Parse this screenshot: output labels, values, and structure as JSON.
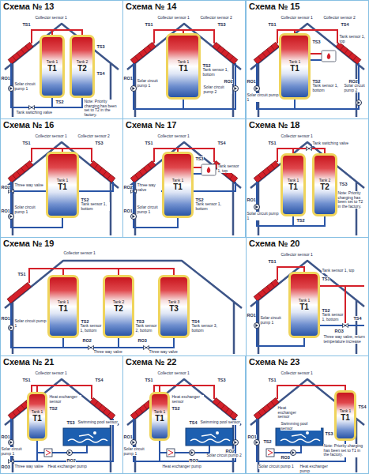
{
  "diagram": {
    "nodes": [
      {
        "text": [
          "Схема № 13"
        ]
      },
      {
        "text": [
          "Tank 1",
          "T1"
        ],
        "in": 0
      },
      {
        "text": [
          "Tank 2",
          "T2"
        ],
        "in": 0
      },
      {
        "text": [
          "Схема № 14"
        ]
      },
      {
        "text": [
          "Tank 1",
          "T1"
        ],
        "in": 3
      },
      {
        "text": [
          "Схема № 15"
        ]
      },
      {
        "text": [
          "Tank 1",
          "T1"
        ],
        "in": 5
      },
      {
        "text": [
          "Схема № 16"
        ]
      },
      {
        "text": [
          "Tank 1",
          "T1"
        ],
        "in": 7
      },
      {
        "text": [
          "Схема № 17"
        ]
      },
      {
        "text": [
          "Tank 1",
          "T1"
        ],
        "in": 9
      },
      {
        "text": [
          "Схема № 18"
        ]
      },
      {
        "text": [
          "Tank 1",
          "T1"
        ],
        "in": 11
      },
      {
        "text": [
          "Tank 2",
          "T2"
        ],
        "in": 11
      },
      {
        "text": [
          "Схема № 19"
        ]
      },
      {
        "text": [
          "Tank 1",
          "T1"
        ],
        "in": 14
      },
      {
        "text": [
          "Tank 2",
          "T2"
        ],
        "in": 14
      },
      {
        "text": [
          "Tank 3",
          "T3"
        ],
        "in": 14
      },
      {
        "text": [
          "Схема № 20"
        ]
      },
      {
        "text": [
          "Tank 1",
          "T1"
        ],
        "in": 18
      },
      {
        "text": [
          "Схема № 21"
        ]
      },
      {
        "text": [
          "Tank 1",
          "T1"
        ],
        "in": 20
      },
      {
        "text": [
          "Схема № 22"
        ]
      },
      {
        "text": [
          "Tank 1",
          "T1"
        ],
        "in": 22
      },
      {
        "text": [
          "Схема № 23"
        ]
      },
      {
        "text": [
          "Tank 1",
          "T1"
        ],
        "in": 24
      }
    ],
    "labels": [
      "TS1",
      "Collector sensor 1",
      "RO1",
      "Solar circuit pump 1",
      "TS2",
      "TS3",
      "TS4",
      "Tank switching valve",
      "Note: Priority charging has been set to T2 in the factory.",
      "TS1",
      "Collector sensor 1",
      "TS3",
      "Collector sensor 2",
      "RO1",
      "Solar circuit pump 1",
      "TS2",
      "Tank sensor 1, bottom",
      "RO2",
      "Solar circuit pump 2",
      "TS1",
      "Collector sensor 1",
      "TS4",
      "Collector sensor 2",
      "TS3",
      "Tank sensor 1, top",
      "TS2",
      "Tank sensor 1, bottom",
      "RO1",
      "Solar circuit pump 1",
      "RO2",
      "Solar circuit pump 2",
      "TS1",
      "Collector sensor 1",
      "TS3",
      "Collector sensor 2",
      "RO2",
      "Three way valve",
      "RO1",
      "Solar circuit pump 1",
      "TS2",
      "Tank sensor 1, bottom",
      "TS1",
      "Collector sensor 1",
      "TS4",
      "TS3",
      "Tank sensor 1, top",
      "RO2",
      "Three way valve",
      "RO1",
      "Solar circuit pump 1",
      "TS2",
      "Tank sensor 1, bottom",
      "TS1",
      "Collector sensor 1",
      "Tank switching valve",
      "RO1",
      "Solar circuit pump 1",
      "TS2",
      "TS3",
      "Note: Priority charging has been set to T2 in the factory.",
      "TS1",
      "Collector sensor 1",
      "RO1",
      "Solar circuit pump 1",
      "TS2",
      "Tank sensor 1, bottom",
      "TS3",
      "Tank sensor 2, bottom",
      "TS4",
      "Tank sensor 3, bottom",
      "RO2",
      "Three way valve",
      "RO3",
      "Three way valve",
      "TS1",
      "Collector sensor 1",
      "RO1",
      "Solar circuit pump 1",
      "Tank sensor 1, top",
      "TS3",
      "TS2",
      "Tank sensor 1, bottom",
      "TS4",
      "RO3",
      "Three way valve, return temperature increase",
      "TS1",
      "Collector sensor 1",
      "TS4",
      "Heat exchanger sensor",
      "TS2",
      "TS3",
      "Swimming pool sensor",
      "RO1",
      "Solar circuit pump 1",
      "RO2",
      "Heat exchanger pump",
      "RO3",
      "Three way valve",
      "TS1",
      "Collector sensor 1",
      "TS3",
      "Heat exchanger sensor",
      "TS2",
      "TS4",
      "Swimming pool sensor",
      "RO1",
      "Solar circuit pump 1",
      "RO3",
      "Heat exchanger pump",
      "RO2",
      "Solar circuit pump 2",
      "TS1",
      "Collector sensor 1",
      "Heat exchanger sensor",
      "Swimming pool sensor",
      "TS2",
      "TS3",
      "TS4",
      "RO1",
      "Solar circuit pump 1",
      "RO3",
      "Heat exchanger pump",
      "Note: Priority charging has been set to T1 in the factory."
    ]
  }
}
